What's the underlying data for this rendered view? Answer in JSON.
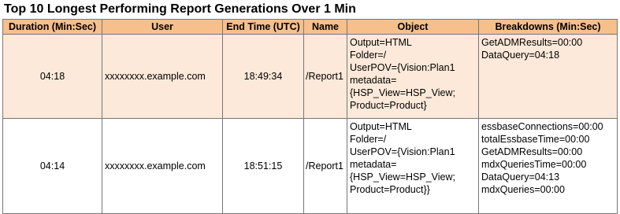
{
  "title": "Top 10 Longest Performing Report Generations Over 1 Min",
  "headers": {
    "duration": "Duration (Min:Sec)",
    "user": "User",
    "end_time": "End Time (UTC)",
    "name": "Name",
    "object": "Object",
    "breakdowns": "Breakdowns (Min:Sec)"
  },
  "rows": [
    {
      "duration": "04:18",
      "user": "xxxxxxxx.example.com",
      "end_time": "18:49:34",
      "name": "/Report1",
      "object": [
        "Output=HTML",
        "Folder=/",
        "UserPOV={Vision:Plan1",
        "metadata=",
        "{HSP_View=HSP_View;",
        "Product=Product}"
      ],
      "breakdowns": [
        "GetADMResults=00:00",
        "DataQuery=04:18"
      ]
    },
    {
      "duration": "04:14",
      "user": "xxxxxxxx.example.com",
      "end_time": "18:51:15",
      "name": "/Report1",
      "object": [
        "Output=HTML",
        "Folder=/",
        "UserPOV={Vision:Plan1",
        "metadata=",
        "{HSP_View=HSP_View;",
        "Product=Product}}"
      ],
      "breakdowns": [
        "essbaseConnections=00:00",
        "totalEssbaseTime=00:00",
        "GetADMResults=00:00",
        "mdxQueriesTime=00:00",
        "DataQuery=04:13",
        "mdxQueries=00:00"
      ]
    }
  ]
}
